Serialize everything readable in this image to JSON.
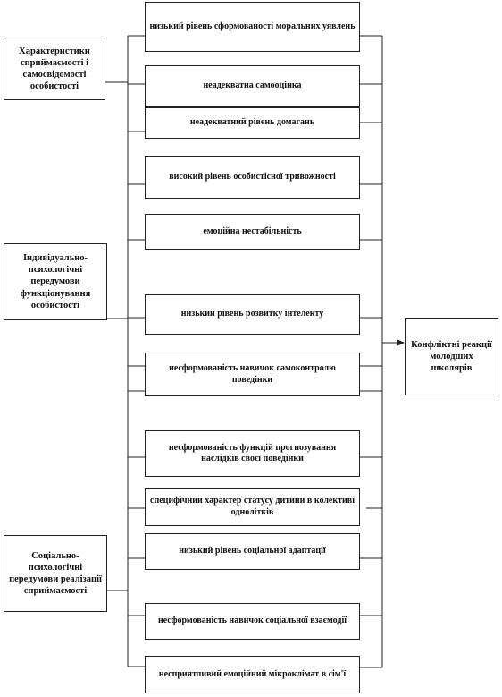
{
  "left_boxes": [
    {
      "id": "characteristics",
      "text": "Характеристики сприймаємості і самосвідомості особистості"
    },
    {
      "id": "individual",
      "text": "Індивідуально-психологічні передумови функціонування особистості"
    },
    {
      "id": "social",
      "text": "Соціально-психологічні передумови реалізації сприймаємості"
    }
  ],
  "center_boxes": [
    "низький рівень сформованості моральних уявлень",
    "неадекватна   самооцінка",
    "неадекватний  рівень домагань",
    "високий рівень особистісної тривожності",
    "емоційна нестабільність",
    "низький рівень розвитку інтелекту",
    "несформованість навичок самоконтролю поведінки",
    "несформованість функцій прогнозування наслідків  своєї поведінки",
    "специфічний характер  статусу дитини в колективі  однолітків",
    "низький рівень соціальної адаптації",
    "несформованість навичок соціальної взаємодії",
    "несприятливий  емоційний мікроклімат в сім'ї"
  ],
  "result_box": {
    "text": "Конфліктні реакції молодших школярів"
  }
}
